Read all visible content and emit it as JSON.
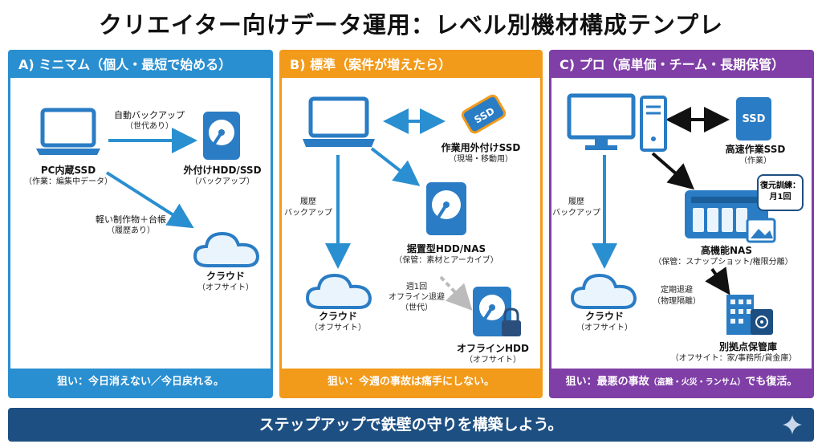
{
  "title": "クリエイター向けデータ運用：レベル別機材構成テンプレ",
  "colors": {
    "a": "#2a8fd0",
    "b": "#f29a1a",
    "c": "#7f3fa6",
    "icon": "#2a7cc4",
    "banner": "#1d4f82"
  },
  "panel_a": {
    "header": "A) ミニマム（個人・最短で始める）",
    "footer": "狙い：今日消えない／今日戻れる。",
    "pc_label": "PC内蔵SSD",
    "pc_sub": "（作業：編集中データ）",
    "arrow1_label": "自動バックアップ",
    "arrow1_sub": "（世代あり）",
    "hdd_label": "外付けHDD/SSD",
    "hdd_sub": "（バックアップ）",
    "arrow2_label": "軽い制作物＋台帳",
    "arrow2_sub": "（履歴あり）",
    "cloud_label": "クラウド",
    "cloud_sub": "（オフサイト）"
  },
  "panel_b": {
    "header": "B) 標準（案件が増えたら）",
    "footer": "狙い：今週の事故は痛手にしない。",
    "ssd_text": "SSD",
    "ssd_label": "作業用外付けSSD",
    "ssd_sub": "（現場・移動用）",
    "history_line1": "履歴",
    "history_line2": "バックアップ",
    "nas_label": "据置型HDD/NAS",
    "nas_sub": "（保管：素材とアーカイブ）",
    "cloud_label": "クラウド",
    "cloud_sub": "（オフサイト）",
    "weekly_line1": "週1回",
    "weekly_line2": "オフライン退避",
    "weekly_line3": "（世代）",
    "offline_label": "オフラインHDD",
    "offline_sub": "（オフサイト）"
  },
  "panel_c": {
    "header": "C) プロ（高単価・チーム・長期保管）",
    "footer_main": "狙い：最悪の事故",
    "footer_small": "（盗難・火災・ランサム）",
    "footer_end": "でも復活。",
    "ssd_text": "SSD",
    "ssd_label": "高速作業SSD",
    "ssd_sub": "（作業）",
    "history_line1": "履歴",
    "history_line2": "バックアップ",
    "restore_line1": "復元訓練：",
    "restore_line2": "月1回",
    "nas_label": "高機能NAS",
    "nas_sub": "（保管：スナップショット/権限分離）",
    "periodic_line1": "定期退避",
    "periodic_line2": "（物理隔離）",
    "cloud_label": "クラウド",
    "cloud_sub": "（オフサイト）",
    "vault_label": "別拠点保管庫",
    "vault_sub": "（オフサイト：家/事務所/貸金庫）"
  },
  "banner": "ステップアップで鉄壁の守りを構築しよう。"
}
